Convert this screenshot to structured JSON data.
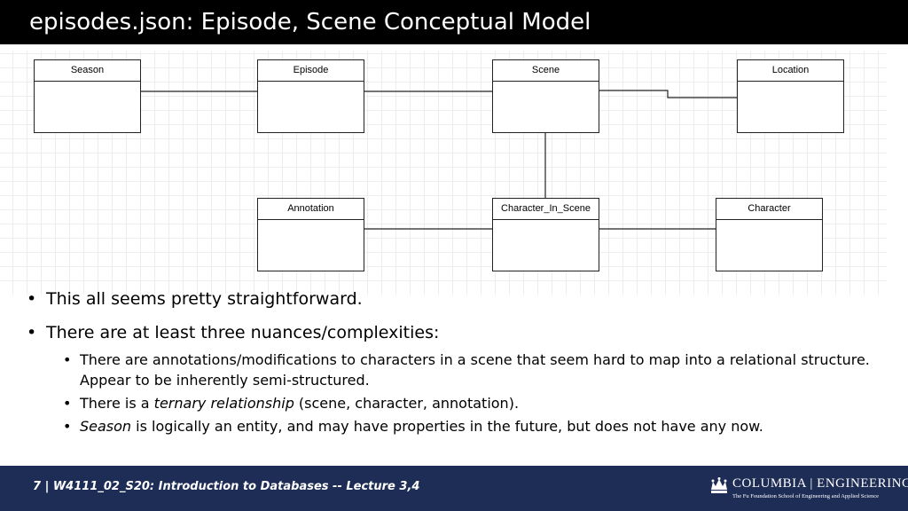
{
  "slide": {
    "title": "episodes.json: Episode, Scene Conceptual Model"
  },
  "diagram": {
    "entities": {
      "season": "Season",
      "episode": "Episode",
      "scene": "Scene",
      "location": "Location",
      "annotation": "Annotation",
      "character_in_scene": "Character_In_Scene",
      "character": "Character"
    }
  },
  "bullets": {
    "b1": "This all seems pretty straightforward.",
    "b2": "There are at least three nuances/complexities:",
    "sub1": "There are annotations/modifications to characters in a scene that seem hard to map into a relational structure. Appear to be inherently semi-structured.",
    "sub2_prefix": "There is a ",
    "sub2_em": "ternary relationship",
    "sub2_suffix": " (scene, character, annotation).",
    "sub3_em": "Season",
    "sub3_suffix": " is logically an entity, and may have properties in the future, but does not have any now.",
    "marker": "•"
  },
  "footer": {
    "text": "7 | W4111_02_S20:  Introduction to Databases -- Lecture  3,4",
    "logo_main": "COLUMBIA | ENGINEERING",
    "logo_sub": "The Fu Foundation School of Engineering and Applied Science"
  },
  "colors": {
    "title_bar": "#000000",
    "footer_bar": "#1e2d55",
    "grid": "#ededed",
    "text": "#000000"
  }
}
